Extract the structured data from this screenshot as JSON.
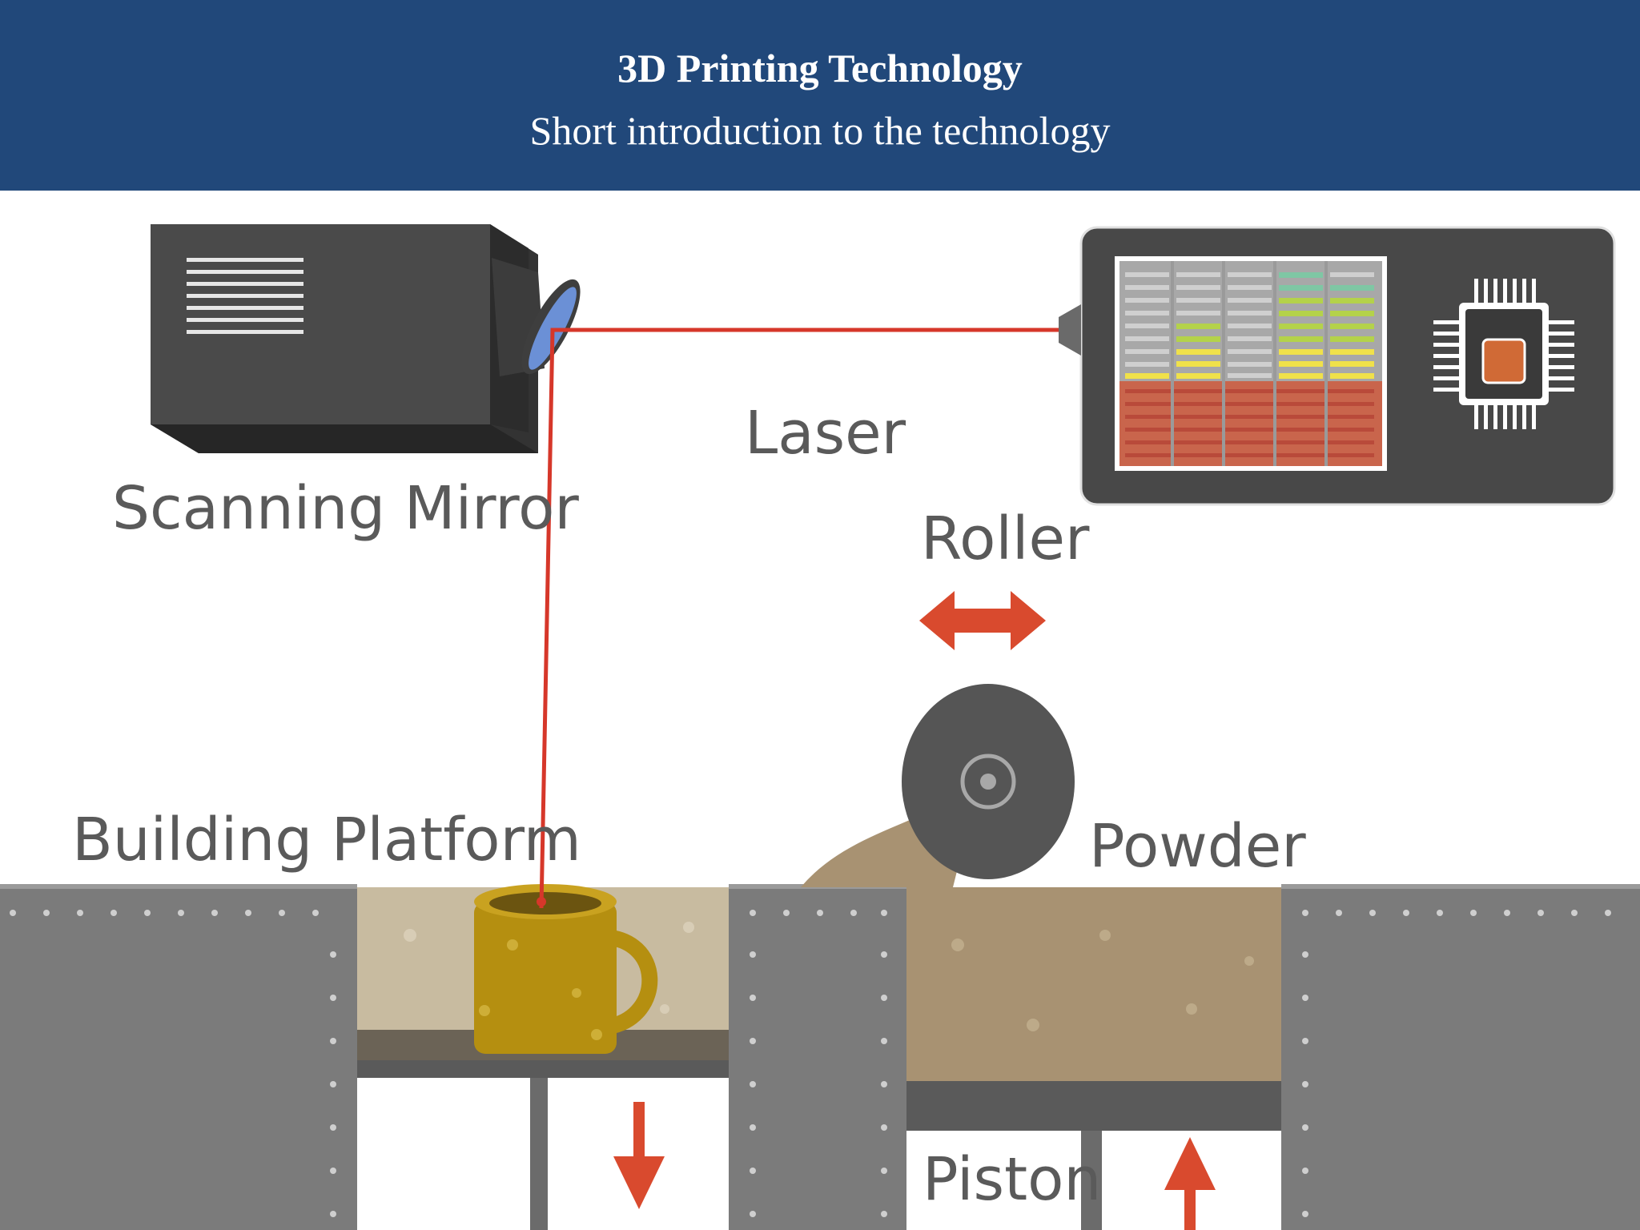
{
  "header": {
    "title": "3D Printing Technology",
    "subtitle": "Short introduction to the technology"
  },
  "diagram": {
    "labels": {
      "scanning_mirror": "Scanning Mirror",
      "laser": "Laser",
      "roller": "Roller",
      "building_platform": "Building Platform",
      "powder": "Powder",
      "piston": "Piston"
    }
  },
  "colors": {
    "header_bg": "#21487a",
    "laser_beam": "#d6372a",
    "machine_body": "#484848",
    "frame_gray": "#7a7a7a",
    "powder": "#a18a63",
    "mug": "#b58f10",
    "arrow": "#d94a2e"
  }
}
